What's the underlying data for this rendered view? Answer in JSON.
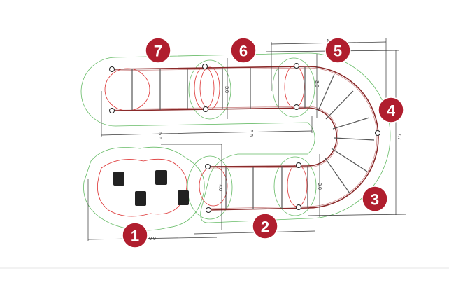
{
  "diagram": {
    "zones": [
      {
        "number": "1"
      },
      {
        "number": "2"
      },
      {
        "number": "3"
      },
      {
        "number": "4"
      },
      {
        "number": "5"
      },
      {
        "number": "6"
      },
      {
        "number": "7"
      }
    ],
    "dimensions": {
      "bottom_left_width": "6.0",
      "bottom_section_height": "4.0",
      "top_left_length": "5.6",
      "top_middle_length": "5.6",
      "top_middle_height": "3.0",
      "top_right_height": "3.0",
      "bottom_right_height": "3.0",
      "overall_height": "7.7",
      "top_width": "4"
    },
    "colors": {
      "badge": "#b01e2e",
      "rail": "#8a2a2a",
      "safety_zone": "#66bb66",
      "fall_zone": "#dd3333"
    }
  }
}
